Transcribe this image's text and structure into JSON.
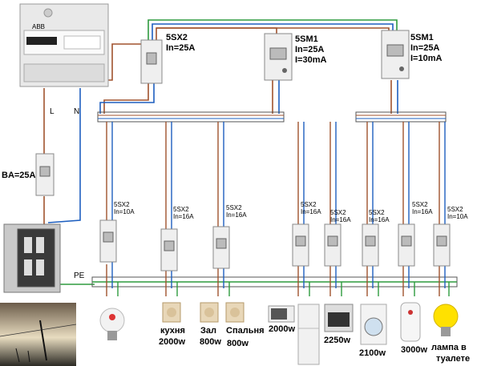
{
  "meter": {
    "brand": "ABB"
  },
  "main_breaker": {
    "model": "5SX2",
    "rating": "In=25A"
  },
  "rcd_1": {
    "model": "5SM1",
    "rating": "In=25A",
    "leak": "I=30mA"
  },
  "rcd_2": {
    "model": "5SM1",
    "rating": "In=25A",
    "leak": "I=10mA"
  },
  "input_breaker": {
    "label": "BA=25A"
  },
  "wire_labels": {
    "line": "L",
    "neutral": "N",
    "earth": "PE"
  },
  "branch_breakers": [
    {
      "model": "5SX2",
      "rating": "In=10A"
    },
    {
      "model": "5SX2",
      "rating": "In=16A"
    },
    {
      "model": "5SX2",
      "rating": "In=16A"
    },
    {
      "model": "5SX2",
      "rating": "In=16A"
    },
    {
      "model": "5SX2",
      "rating": "In=16A"
    },
    {
      "model": "5SX2",
      "rating": "In=16A"
    },
    {
      "model": "5SX2",
      "rating": "In=16A"
    },
    {
      "model": "5SX2",
      "rating": "In=10A"
    }
  ],
  "loads": {
    "kitchen": {
      "name": "кухня",
      "power": "2000w"
    },
    "hall": {
      "name": "Зал",
      "power": "800w"
    },
    "bedroom": {
      "name": "Спальня",
      "power": "800w"
    },
    "microwave": {
      "power": "2000w"
    },
    "oven": {
      "power": "2250w"
    },
    "washer": {
      "power": "2100w"
    },
    "boiler": {
      "power": "3000w"
    },
    "lamp_toilet": {
      "name": "лампа в",
      "name2": "туалете"
    }
  },
  "colors": {
    "live": "#a0522d",
    "neutral": "#1e5fbf",
    "earth": "#2e9b3e",
    "bus": "#555555"
  }
}
